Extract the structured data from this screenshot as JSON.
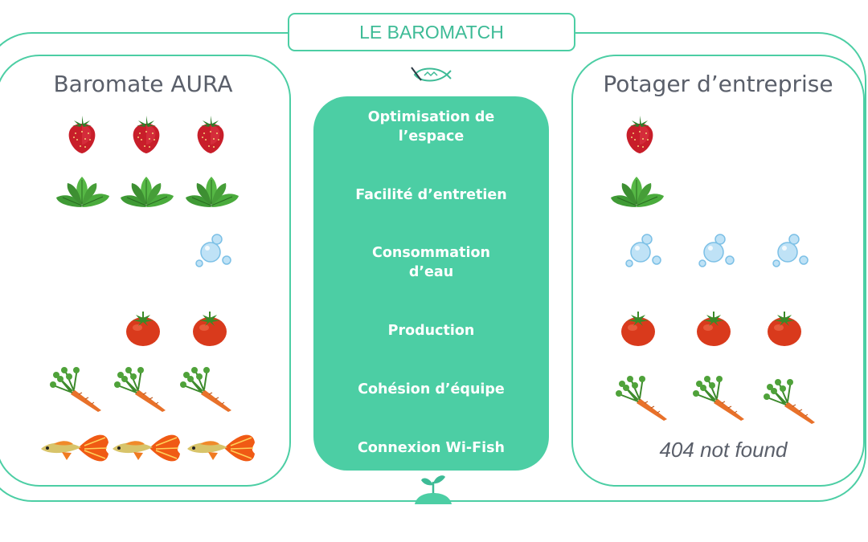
{
  "title": "LE BAROMATCH",
  "left_panel": {
    "title": "Baromate AURA"
  },
  "right_panel": {
    "title": "Potager d’entreprise",
    "not_found_label": "404 not found"
  },
  "criteria": [
    {
      "line1": "Optimisation de",
      "line2": "l’espace"
    },
    {
      "line1": "Facilité d’entretien",
      "line2": ""
    },
    {
      "line1": "Consommation",
      "line2": "d’eau"
    },
    {
      "line1": "Production",
      "line2": ""
    },
    {
      "line1": "Cohésion d’équipe",
      "line2": ""
    },
    {
      "line1": "Connexion Wi-Fish",
      "line2": ""
    }
  ],
  "scores": {
    "baromate_aura": {
      "optimisation_espace": {
        "icon": "strawberry-icon",
        "count": 3
      },
      "facilite_entretien": {
        "icon": "mint-icon",
        "count": 3
      },
      "consommation_eau": {
        "icon": "water-drops-icon",
        "count": 1
      },
      "production": {
        "icon": "tomato-icon",
        "count": 2
      },
      "cohesion_equipe": {
        "icon": "carrot-icon",
        "count": 3
      },
      "connexion_wifish": {
        "icon": "guppy-fish-icon",
        "count": 3
      }
    },
    "potager_entreprise": {
      "optimisation_espace": {
        "icon": "strawberry-icon",
        "count": 1
      },
      "facilite_entretien": {
        "icon": "mint-icon",
        "count": 1
      },
      "consommation_eau": {
        "icon": "water-drops-icon",
        "count": 3
      },
      "production": {
        "icon": "tomato-icon",
        "count": 3
      },
      "cohesion_equipe": {
        "icon": "carrot-icon",
        "count": 3
      },
      "connexion_wifish": {
        "icon": "none",
        "count": 0
      }
    }
  },
  "colors": {
    "accent": "#4ccea4",
    "title_text": "#3dbb96",
    "panel_text": "#5a5f6a",
    "strawberry": "#c81e2a",
    "mint": "#3f9a35",
    "tomato": "#d93a1c",
    "carrot": "#e8712a",
    "fish": "#f05a14",
    "water": "#a9d8f2"
  }
}
